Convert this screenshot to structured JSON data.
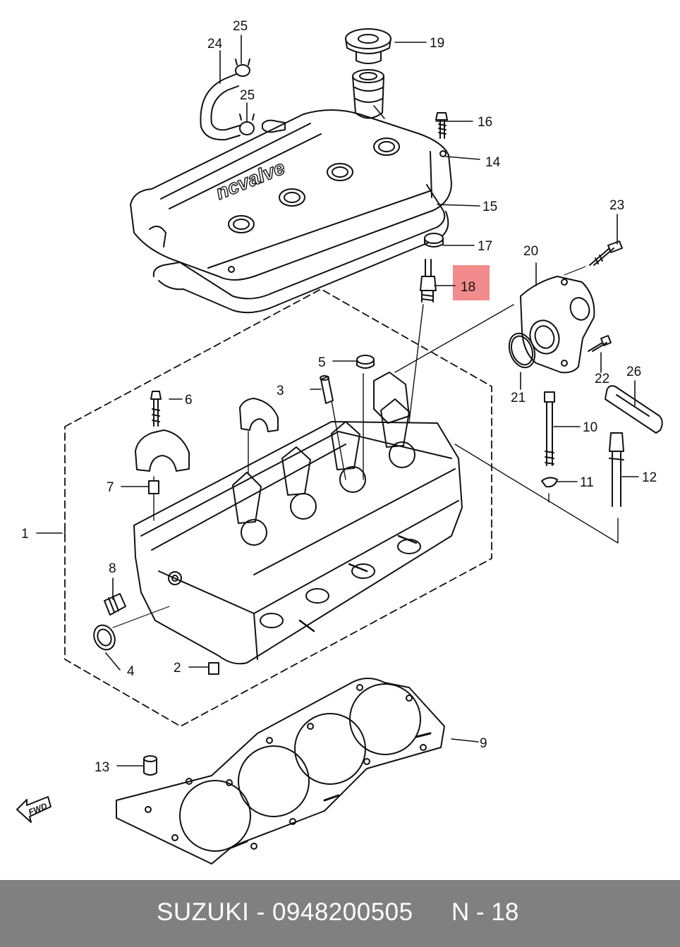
{
  "diagram": {
    "watermark": "ncvalve",
    "fwd_label": "FWD",
    "highlight_color": "#f28b8b",
    "callouts": [
      {
        "id": "1",
        "label": "1"
      },
      {
        "id": "2",
        "label": "2"
      },
      {
        "id": "3",
        "label": "3"
      },
      {
        "id": "4",
        "label": "4"
      },
      {
        "id": "5",
        "label": "5"
      },
      {
        "id": "6",
        "label": "6"
      },
      {
        "id": "7",
        "label": "7"
      },
      {
        "id": "8",
        "label": "8"
      },
      {
        "id": "9",
        "label": "9"
      },
      {
        "id": "10",
        "label": "10"
      },
      {
        "id": "11",
        "label": "11"
      },
      {
        "id": "12",
        "label": "12"
      },
      {
        "id": "13",
        "label": "13"
      },
      {
        "id": "14",
        "label": "14"
      },
      {
        "id": "15",
        "label": "15"
      },
      {
        "id": "16",
        "label": "16"
      },
      {
        "id": "17",
        "label": "17"
      },
      {
        "id": "18",
        "label": "18",
        "highlighted": true
      },
      {
        "id": "19",
        "label": "19"
      },
      {
        "id": "20",
        "label": "20"
      },
      {
        "id": "21",
        "label": "21"
      },
      {
        "id": "22",
        "label": "22"
      },
      {
        "id": "23",
        "label": "23"
      },
      {
        "id": "24",
        "label": "24"
      },
      {
        "id": "25a",
        "label": "25"
      },
      {
        "id": "25b",
        "label": "25"
      },
      {
        "id": "26",
        "label": "26"
      }
    ]
  },
  "footer": {
    "part_text": "SUZUKI - 0948200505",
    "ref_text": "N - 18",
    "background": "#808080"
  }
}
